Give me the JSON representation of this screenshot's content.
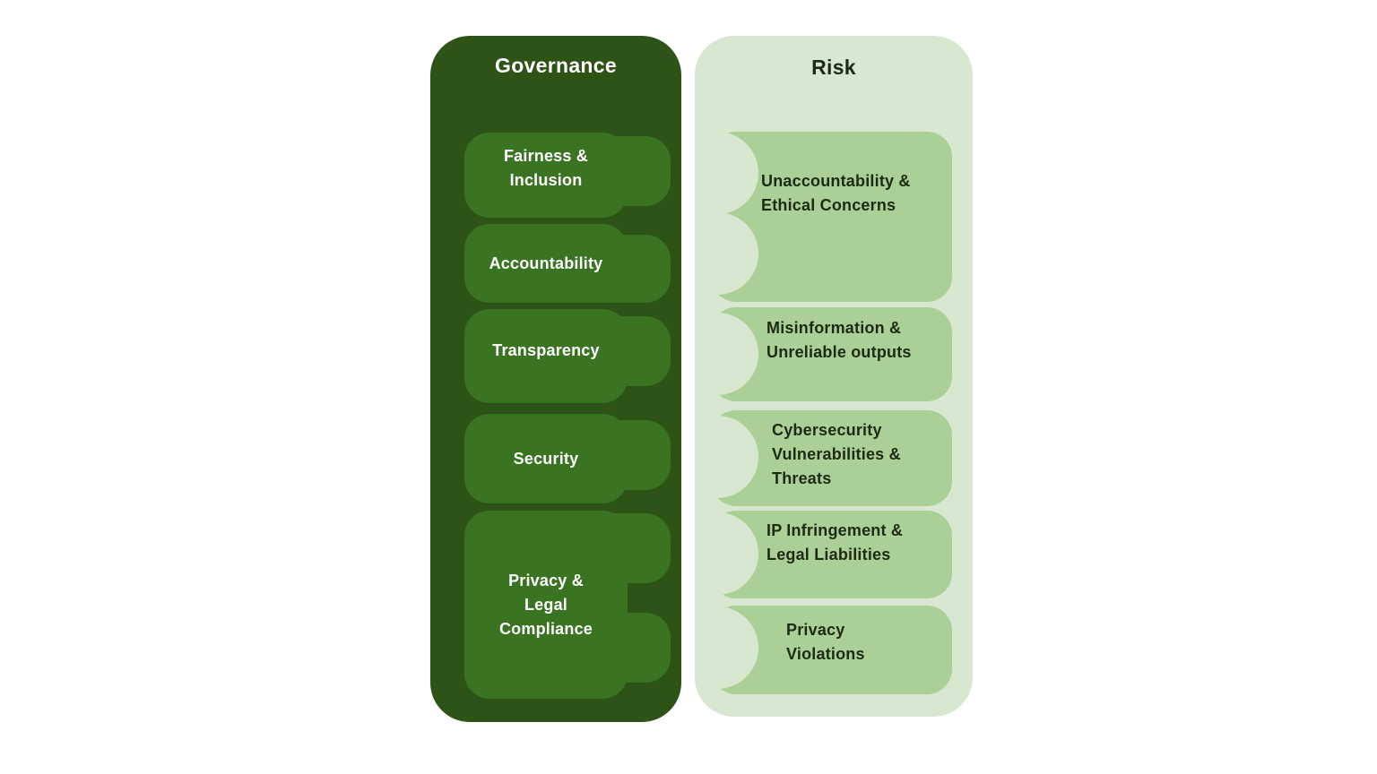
{
  "page": {
    "background_color": "#ffffff"
  },
  "columns": {
    "governance": {
      "title": "Governance",
      "panel_color": "#2d5316",
      "item_color": "#3a7422",
      "text_color": "#ffffff",
      "items": [
        {
          "label": "Fairness &\nInclusion"
        },
        {
          "label": "Accountability"
        },
        {
          "label": "Transparency"
        },
        {
          "label": "Security"
        },
        {
          "label": "Privacy &\nLegal\nCompliance"
        }
      ]
    },
    "risk": {
      "title": "Risk",
      "panel_color": "#d8e7d0",
      "item_color": "#aad098",
      "text_color": "#1d2a12",
      "items": [
        {
          "label": "Unaccountability &\nEthical Concerns"
        },
        {
          "label": "Misinformation &\nUnreliable outputs"
        },
        {
          "label": "Cybersecurity\nVulnerabilities &\nThreats"
        },
        {
          "label": "IP Infringement &\nLegal Liabilities"
        },
        {
          "label": "Privacy\nViolations"
        }
      ]
    }
  }
}
